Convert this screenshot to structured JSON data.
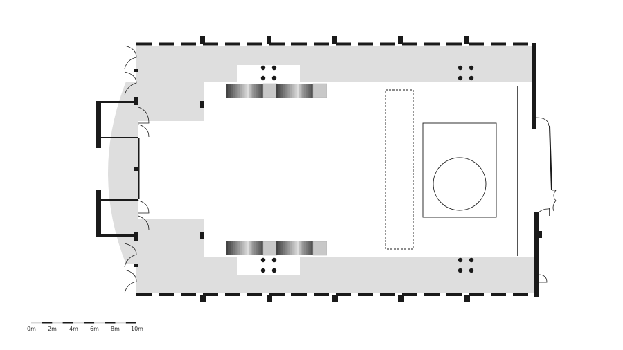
{
  "scale_bar": {
    "labels": [
      "0m",
      "2m",
      "4m",
      "6m",
      "8m",
      "10m"
    ]
  },
  "colors": {
    "wall": "#1a1a1a",
    "circulation": "#dedede",
    "seat_shades": [
      "#444",
      "#555",
      "#666",
      "#777",
      "#888",
      "#999",
      "#aaa",
      "#bbb",
      "#ccc",
      "#ddd",
      "#bbb",
      "#999",
      "#888",
      "#777",
      "#666",
      "#555"
    ],
    "seat_aisle": "#c8c8c8"
  }
}
